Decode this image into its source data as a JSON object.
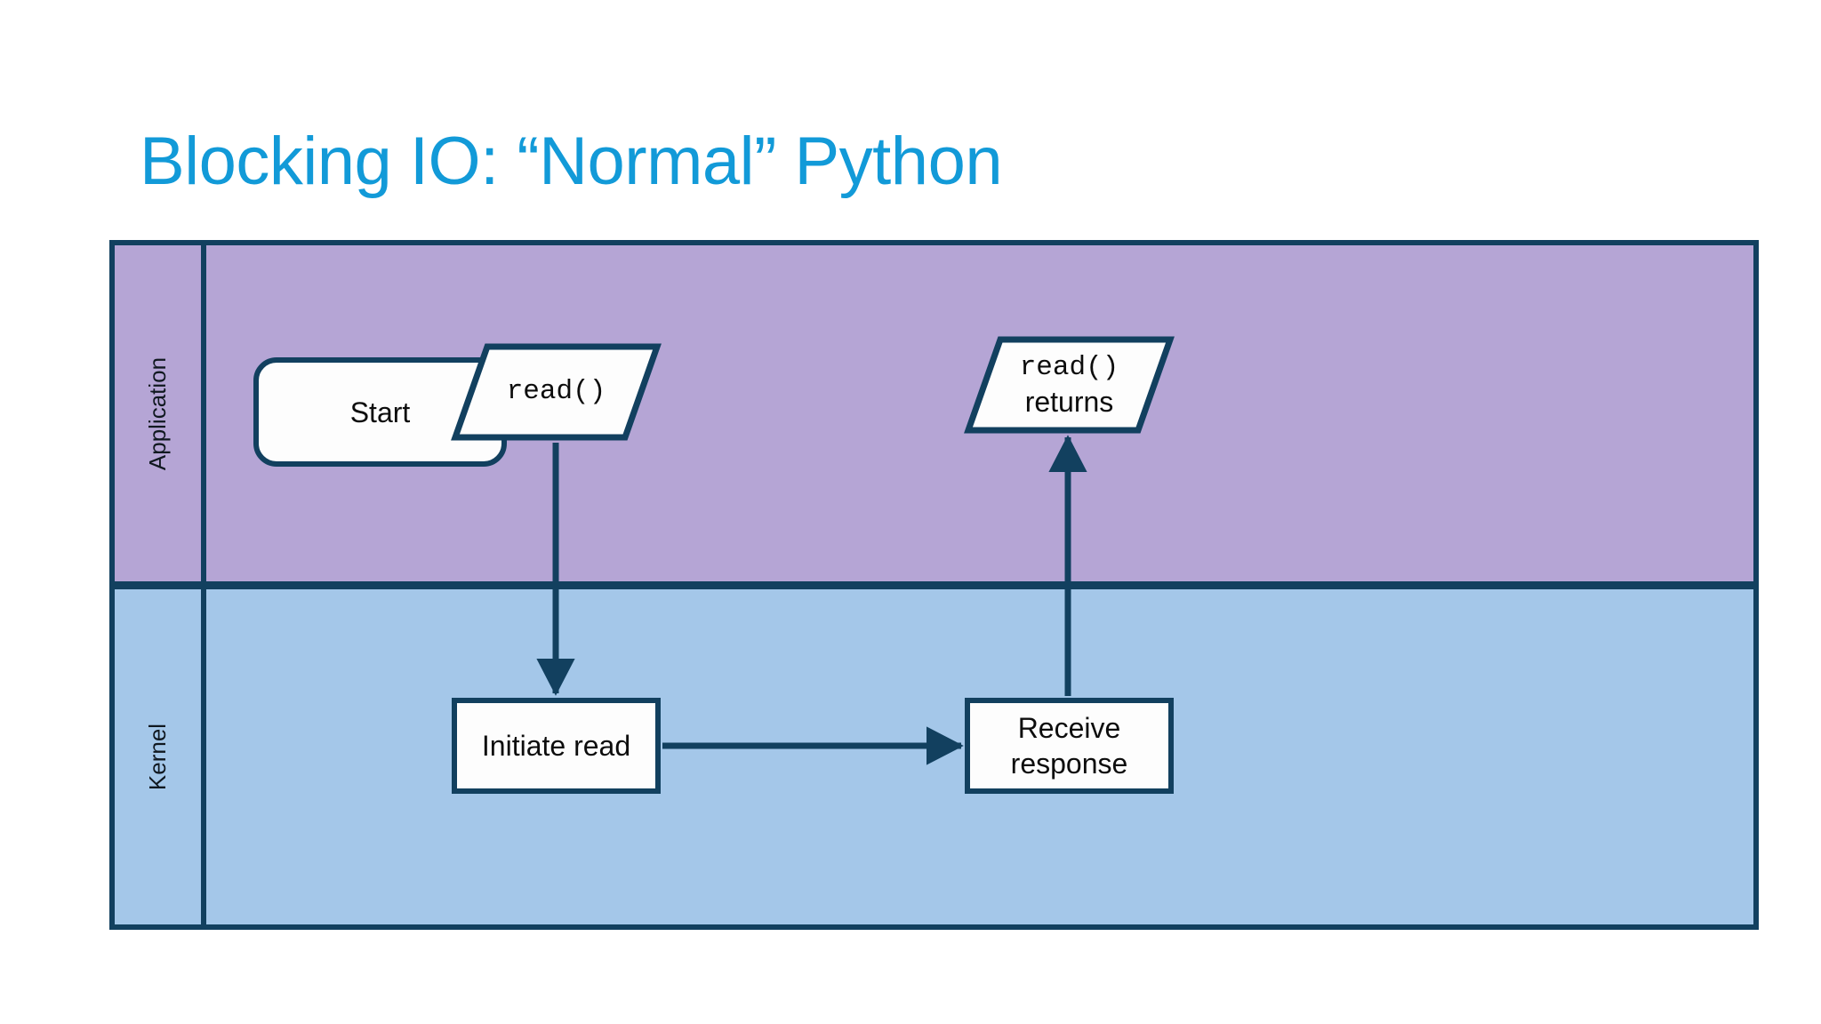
{
  "slide": {
    "title": "Blocking IO: “Normal” Python",
    "title_color": "#129ad8",
    "background_color": "#ffffff"
  },
  "diagram": {
    "type": "swimlane-flowchart",
    "border_color": "#12405f",
    "lanes": [
      {
        "id": "application",
        "label": "Application",
        "fill_color": "#b5a5d5",
        "label_orientation": "vertical"
      },
      {
        "id": "kernel",
        "label": "Kernel",
        "fill_color": "#a4c7e9",
        "label_orientation": "vertical"
      }
    ],
    "nodes": [
      {
        "id": "start",
        "lane": "application",
        "shape": "rounded-rectangle",
        "label": "Start",
        "fill_color": "#fdfdfd"
      },
      {
        "id": "read-call",
        "lane": "application",
        "shape": "parallelogram",
        "label": "read()",
        "label_font": "monospace",
        "fill_color": "#fdfdfd"
      },
      {
        "id": "read-returns",
        "lane": "application",
        "shape": "parallelogram",
        "label_line1": "read()",
        "label_line2": "returns",
        "label_font": "monospace",
        "fill_color": "#fdfdfd"
      },
      {
        "id": "initiate-read",
        "lane": "kernel",
        "shape": "rectangle",
        "label": "Initiate read",
        "fill_color": "#fdfdfd"
      },
      {
        "id": "receive-response",
        "lane": "kernel",
        "shape": "rectangle",
        "label_line1": "Receive",
        "label_line2": "response",
        "fill_color": "#fdfdfd"
      }
    ],
    "edges": [
      {
        "id": "start-to-read",
        "from": "start",
        "to": "read-call",
        "direction": "right"
      },
      {
        "id": "read-to-initiate",
        "from": "read-call",
        "to": "initiate-read",
        "direction": "down"
      },
      {
        "id": "initiate-to-receive",
        "from": "initiate-read",
        "to": "receive-response",
        "direction": "right"
      },
      {
        "id": "receive-to-returns",
        "from": "receive-response",
        "to": "read-returns",
        "direction": "up"
      }
    ]
  }
}
